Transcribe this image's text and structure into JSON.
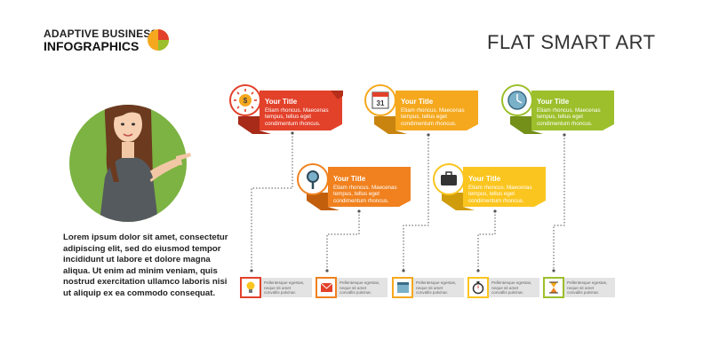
{
  "header": {
    "logo_line1": "ADAPTIVE BUSINESS",
    "logo_line2": "INFOGRAPHICS",
    "headline": "FLAT SMART ART"
  },
  "intro_text": "Lorem ipsum dolor sit amet, consectetur adipiscing elit, sed do eiusmod tempor incididunt ut labore et dolore magna aliqua. Ut enim ad minim veniam, quis nostrud exercitation ullamco laboris nisi ut aliquip ex ea commodo consequat.",
  "banners": [
    {
      "title": "Your Title",
      "line1": "Etiam rhoncus. Maecenas",
      "line2": "tempus, tellus eget",
      "line3": "condimentum rhoncus.",
      "color": "#e2412a",
      "icon": "dollar-sun-icon"
    },
    {
      "title": "Your Title",
      "line1": "Etiam rhoncus. Maecenas",
      "line2": "tempus, tellus eget",
      "line3": "condimentum rhoncus.",
      "color": "#f5a81e",
      "icon": "calendar-icon"
    },
    {
      "title": "Your Title",
      "line1": "Etiam rhoncus. Maecenas",
      "line2": "tempus, tellus eget",
      "line3": "condimentum rhoncus.",
      "color": "#9cbf2b",
      "icon": "clock-icon"
    },
    {
      "title": "Your Title",
      "line1": "Etiam rhoncus. Maecenas",
      "line2": "tempus, tellus eget",
      "line3": "condimentum rhoncus.",
      "color": "#f0811e",
      "icon": "magnifier-icon"
    },
    {
      "title": "Your Title",
      "line1": "Etiam rhoncus. Maecenas",
      "line2": "tempus, tellus eget",
      "line3": "condimentum rhoncus.",
      "color": "#fbc51f",
      "icon": "briefcase-icon"
    }
  ],
  "footer_items": [
    {
      "line1": "Pellentesque egestas,",
      "line2": "neque sit amet",
      "line3": "convallis pulvinar.",
      "color": "#e2412a",
      "icon": "lightbulb-icon"
    },
    {
      "line1": "Pellentesque egestas,",
      "line2": "neque sit amet",
      "line3": "convallis pulvinar.",
      "color": "#f0811e",
      "icon": "envelope-icon"
    },
    {
      "line1": "Pellentesque egestas,",
      "line2": "neque sit amet",
      "line3": "convallis pulvinar.",
      "color": "#f5a81e",
      "icon": "calendar-icon"
    },
    {
      "line1": "Pellentesque egestas,",
      "line2": "neque sit amet",
      "line3": "convallis pulvinar.",
      "color": "#fbc51f",
      "icon": "stopwatch-icon"
    },
    {
      "line1": "Pellentesque egestas,",
      "line2": "neque sit amet",
      "line3": "convallis pulvinar.",
      "color": "#9cbf2b",
      "icon": "hourglass-icon"
    }
  ],
  "colors": {
    "green_circle": "#7cb342",
    "connector": "#555555",
    "footer_bg": "#e3e3e3"
  }
}
